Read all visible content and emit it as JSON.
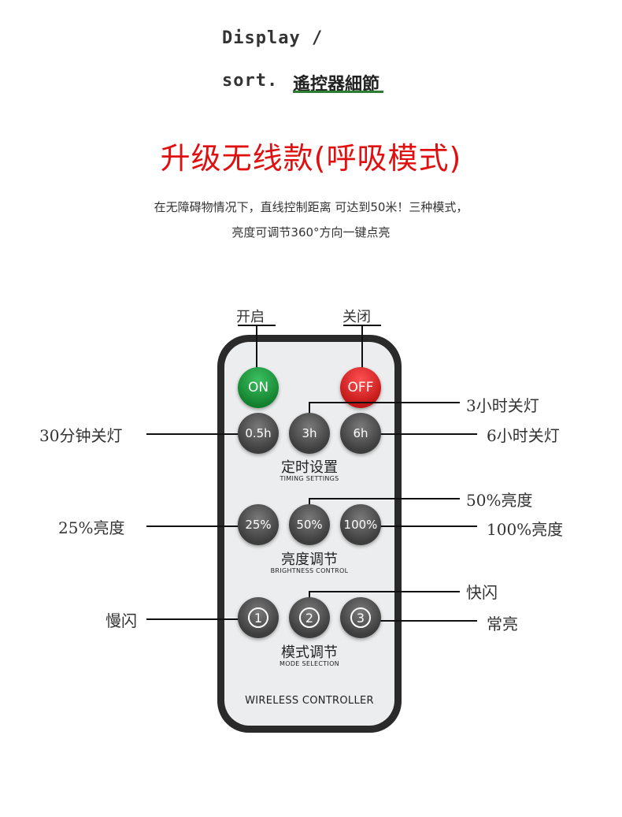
{
  "header": {
    "line1": "Display /",
    "line2_prefix": "sort.",
    "line2_cn": "遙控器細節"
  },
  "title": "升级无线款(呼吸模式)",
  "description": {
    "line1": "在无障碍物情况下，直线控制距离  可达到50米！三种模式，",
    "line2": "亮度可调节360°方向一键点亮"
  },
  "annotations": {
    "on": "开启",
    "off": "关闭",
    "timer_30min": "30分钟关灯",
    "timer_3h": "3小时关灯",
    "timer_6h": "6小时关灯",
    "bright_25": "25%亮度",
    "bright_50": "50%亮度",
    "bright_100": "100%亮度",
    "mode_slow": "慢闪",
    "mode_fast": "快闪",
    "mode_steady": "常亮"
  },
  "remote": {
    "on_label": "ON",
    "off_label": "OFF",
    "timer_buttons": [
      "0.5h",
      "3h",
      "6h"
    ],
    "timing_cn": "定时设置",
    "timing_en": "TIMING SETTINGS",
    "brightness_buttons": [
      "25%",
      "50%",
      "100%"
    ],
    "brightness_cn": "亮度调节",
    "brightness_en": "BRIGHTNESS CONTROL",
    "mode_buttons": [
      "1",
      "2",
      "3"
    ],
    "mode_cn": "模式调节",
    "mode_en": "MODE SELECTION",
    "brand": "WIRELESS CONTROLLER"
  },
  "colors": {
    "title_red": "#e01010",
    "on_green": "#1f9a3e",
    "off_red": "#e02525",
    "remote_body": "#2a2a2a",
    "remote_face": "#ecedee",
    "header_underline": "#2e7d32"
  }
}
